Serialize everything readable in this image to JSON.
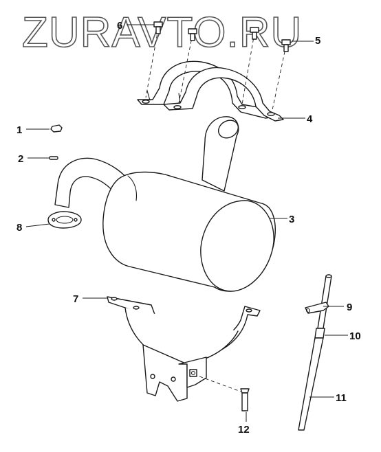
{
  "watermark": "ZURAVTO.RU",
  "callouts": [
    {
      "id": "c1",
      "label": "1"
    },
    {
      "id": "c2",
      "label": "2"
    },
    {
      "id": "c3",
      "label": "3"
    },
    {
      "id": "c4",
      "label": "4"
    },
    {
      "id": "c5",
      "label": "5"
    },
    {
      "id": "c6",
      "label": "6"
    },
    {
      "id": "c7",
      "label": "7"
    },
    {
      "id": "c8",
      "label": "8"
    },
    {
      "id": "c9",
      "label": "9"
    },
    {
      "id": "c10",
      "label": "10"
    },
    {
      "id": "c11",
      "label": "11"
    },
    {
      "id": "c12",
      "label": "12"
    }
  ]
}
